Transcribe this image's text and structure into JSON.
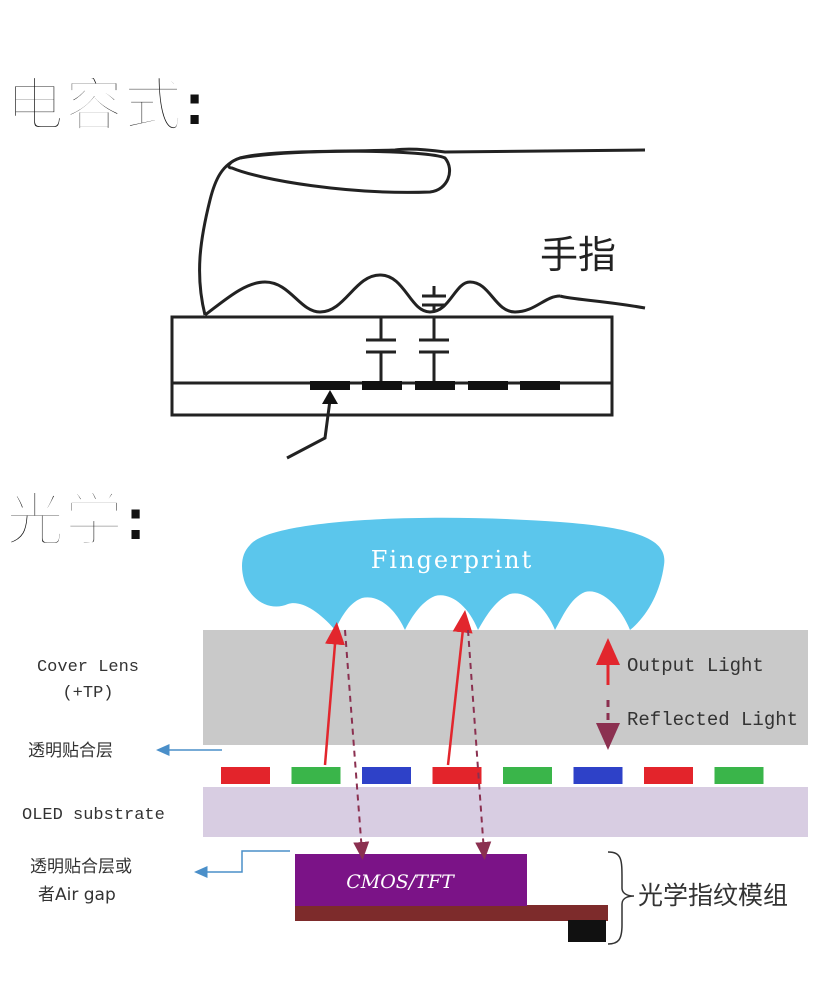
{
  "capacitive": {
    "heading": "电容式:",
    "finger_label": "手指"
  },
  "optical": {
    "heading": "光学:",
    "fingerprint_label": "Fingerprint",
    "cover_lens_line1": "Cover Lens",
    "cover_lens_line2": "(+TP)",
    "output_light": "Output Light",
    "reflected_light": "Reflected Light",
    "bond_layer": "透明贴合层",
    "oled_substrate": "OLED substrate",
    "bond_or_gap_line1": "透明贴合层或",
    "bond_or_gap_line2": "者Air gap",
    "sensor_label": "CMOS/TFT",
    "module_label": "光学指纹模组"
  },
  "colors": {
    "fingerprint": "#5bc6ec",
    "cover_lens": "#c9c9c9",
    "oled": "#d8cde2",
    "cmos": "#7b1387",
    "cmos_base": "#7d2b2b",
    "pixel_red": "#e3242b",
    "pixel_green": "#3ab54a",
    "pixel_blue": "#2e41c8",
    "output_arrow": "#e2262d",
    "reflected_arrow": "#8b3050",
    "label_arrow": "#4a8fc9"
  },
  "pixels": [
    "red",
    "green",
    "blue",
    "red",
    "green",
    "blue",
    "red",
    "green"
  ]
}
